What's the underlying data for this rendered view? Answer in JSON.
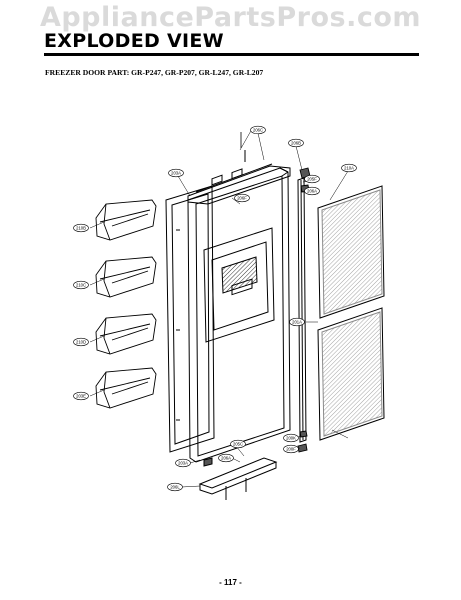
{
  "watermark": "AppliancePartsPros.com",
  "title": "EXPLODED VIEW",
  "subtitle": "FREEZER DOOR PART: GR-P247, GR-P207, GR-L247, GR-L207",
  "page_number": "- 117 -",
  "callouts": [
    "206C",
    "206B",
    "203A",
    "205F",
    "206A",
    "206F",
    "210A",
    "210B",
    "210C",
    "210D",
    "203E",
    "201A",
    "205C",
    "203A",
    "206A",
    "206L",
    "200K",
    "200F"
  ],
  "colors": {
    "line": "#000000",
    "shade": "#444444"
  }
}
